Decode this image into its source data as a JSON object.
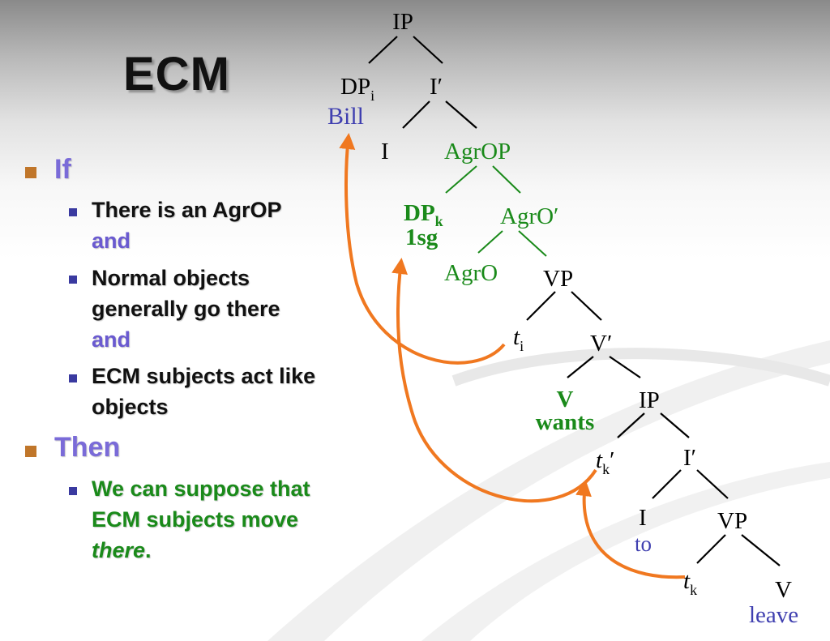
{
  "slide": {
    "title": "ECM",
    "bullets": [
      {
        "label": "If",
        "sub": [
          {
            "text": "There is an AgrOP",
            "suffix": "and"
          },
          {
            "text": "Normal objects generally go there",
            "suffix": "and"
          },
          {
            "text": "ECM subjects act like objects",
            "suffix": ""
          }
        ]
      },
      {
        "label": "Then",
        "sub": [
          {
            "text": "We can suppose that ECM subjects move ",
            "emph": "there",
            "end": "."
          }
        ]
      }
    ]
  },
  "tree": {
    "ip_top": "IP",
    "dp_i": {
      "base": "DP",
      "sub": "i",
      "word": "Bill"
    },
    "ibar_top": "I′",
    "i_top": "I",
    "agrop": "AgrOP",
    "dp_k": {
      "base": "DP",
      "sub": "k",
      "feature": "1sg"
    },
    "agrobar": "AgrO′",
    "agro": "AgrO",
    "vp1": "VP",
    "t_i": {
      "base": "t",
      "sub": "i"
    },
    "vbar": "V′",
    "v1": {
      "label": "V",
      "word": "wants"
    },
    "ip2": "IP",
    "t_k_prime": {
      "base": "t",
      "sub": "k",
      "prime": "′"
    },
    "ibar2": "I′",
    "i2": {
      "label": "I",
      "word": "to"
    },
    "vp2": "VP",
    "t_k": {
      "base": "t",
      "sub": "k"
    },
    "v2": {
      "label": "V",
      "word": "leave"
    }
  },
  "colors": {
    "agr": "#1a8a1a",
    "word": "#4040b0",
    "arrow": "#f07820",
    "bullet_l1": "#c0762a",
    "bullet_l2": "#3a3aa0"
  }
}
